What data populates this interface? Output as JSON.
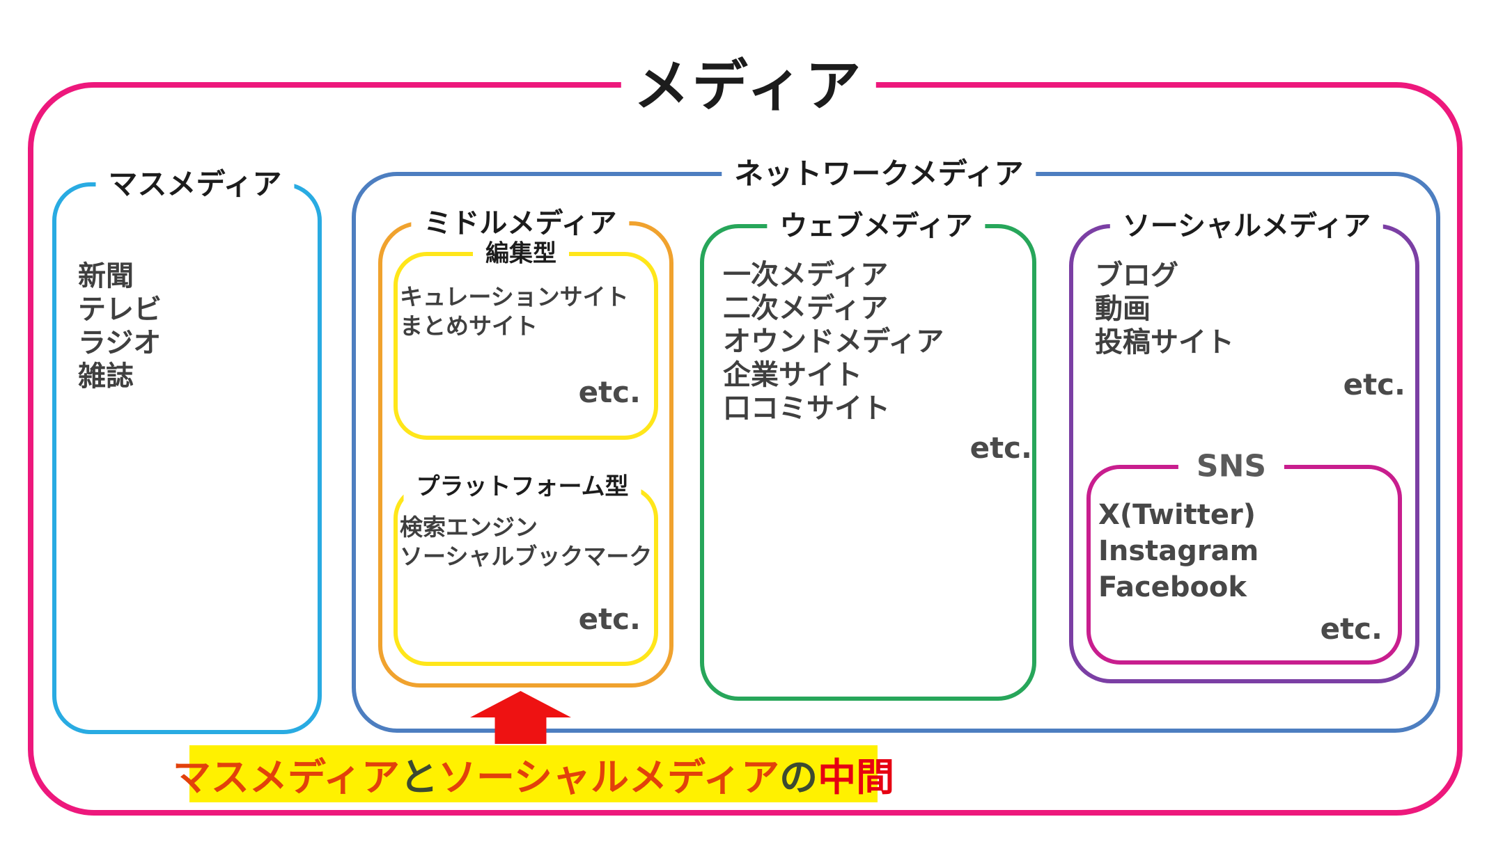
{
  "diagram": {
    "title": "メディア",
    "mass_media": {
      "label": "マスメディア",
      "items": [
        "新聞",
        "テレビ",
        "ラジオ",
        "雑誌"
      ]
    },
    "network_media": {
      "label": "ネットワークメディア",
      "middle_media": {
        "label": "ミドルメディア",
        "edit_type": {
          "label": "編集型",
          "items": [
            "キュレーションサイト",
            "まとめサイト"
          ],
          "etc": "etc."
        },
        "platform_type": {
          "label": "プラットフォーム型",
          "items": [
            "検索エンジン",
            "ソーシャルブックマーク"
          ],
          "etc": "etc."
        }
      },
      "web_media": {
        "label": "ウェブメディア",
        "items": [
          "一次メディア",
          "二次メディア",
          "オウンドメディア",
          "企業サイト",
          "口コミサイト"
        ],
        "etc": "etc."
      },
      "social_media": {
        "label": "ソーシャルメディア",
        "items": [
          "ブログ",
          "動画",
          "投稿サイト"
        ],
        "etc": "etc.",
        "sns": {
          "label": "SNS",
          "items": [
            "X(Twitter)",
            "Instagram",
            "Facebook"
          ],
          "etc": "etc."
        }
      }
    },
    "annotation": {
      "segments": [
        {
          "text": "マスメディア",
          "color": "#e2410b"
        },
        {
          "text": "と",
          "color": "#3c4a31"
        },
        {
          "text": "ソーシャルメディア",
          "color": "#e2410b"
        },
        {
          "text": "の",
          "color": "#3c4a31"
        },
        {
          "text": "中間",
          "color": "#e60012"
        }
      ],
      "highlight_color": "#fff100"
    },
    "colors": {
      "outer_border": "#ed187c",
      "mass_border": "#29abe2",
      "network_border": "#4d7ec0",
      "middle_border": "#f0a22e",
      "inner_yellow_border": "#ffe61a",
      "web_border": "#27a65a",
      "social_border": "#7b3fa4",
      "sns_border": "#c81e8e",
      "arrow": "#ee1212"
    }
  }
}
